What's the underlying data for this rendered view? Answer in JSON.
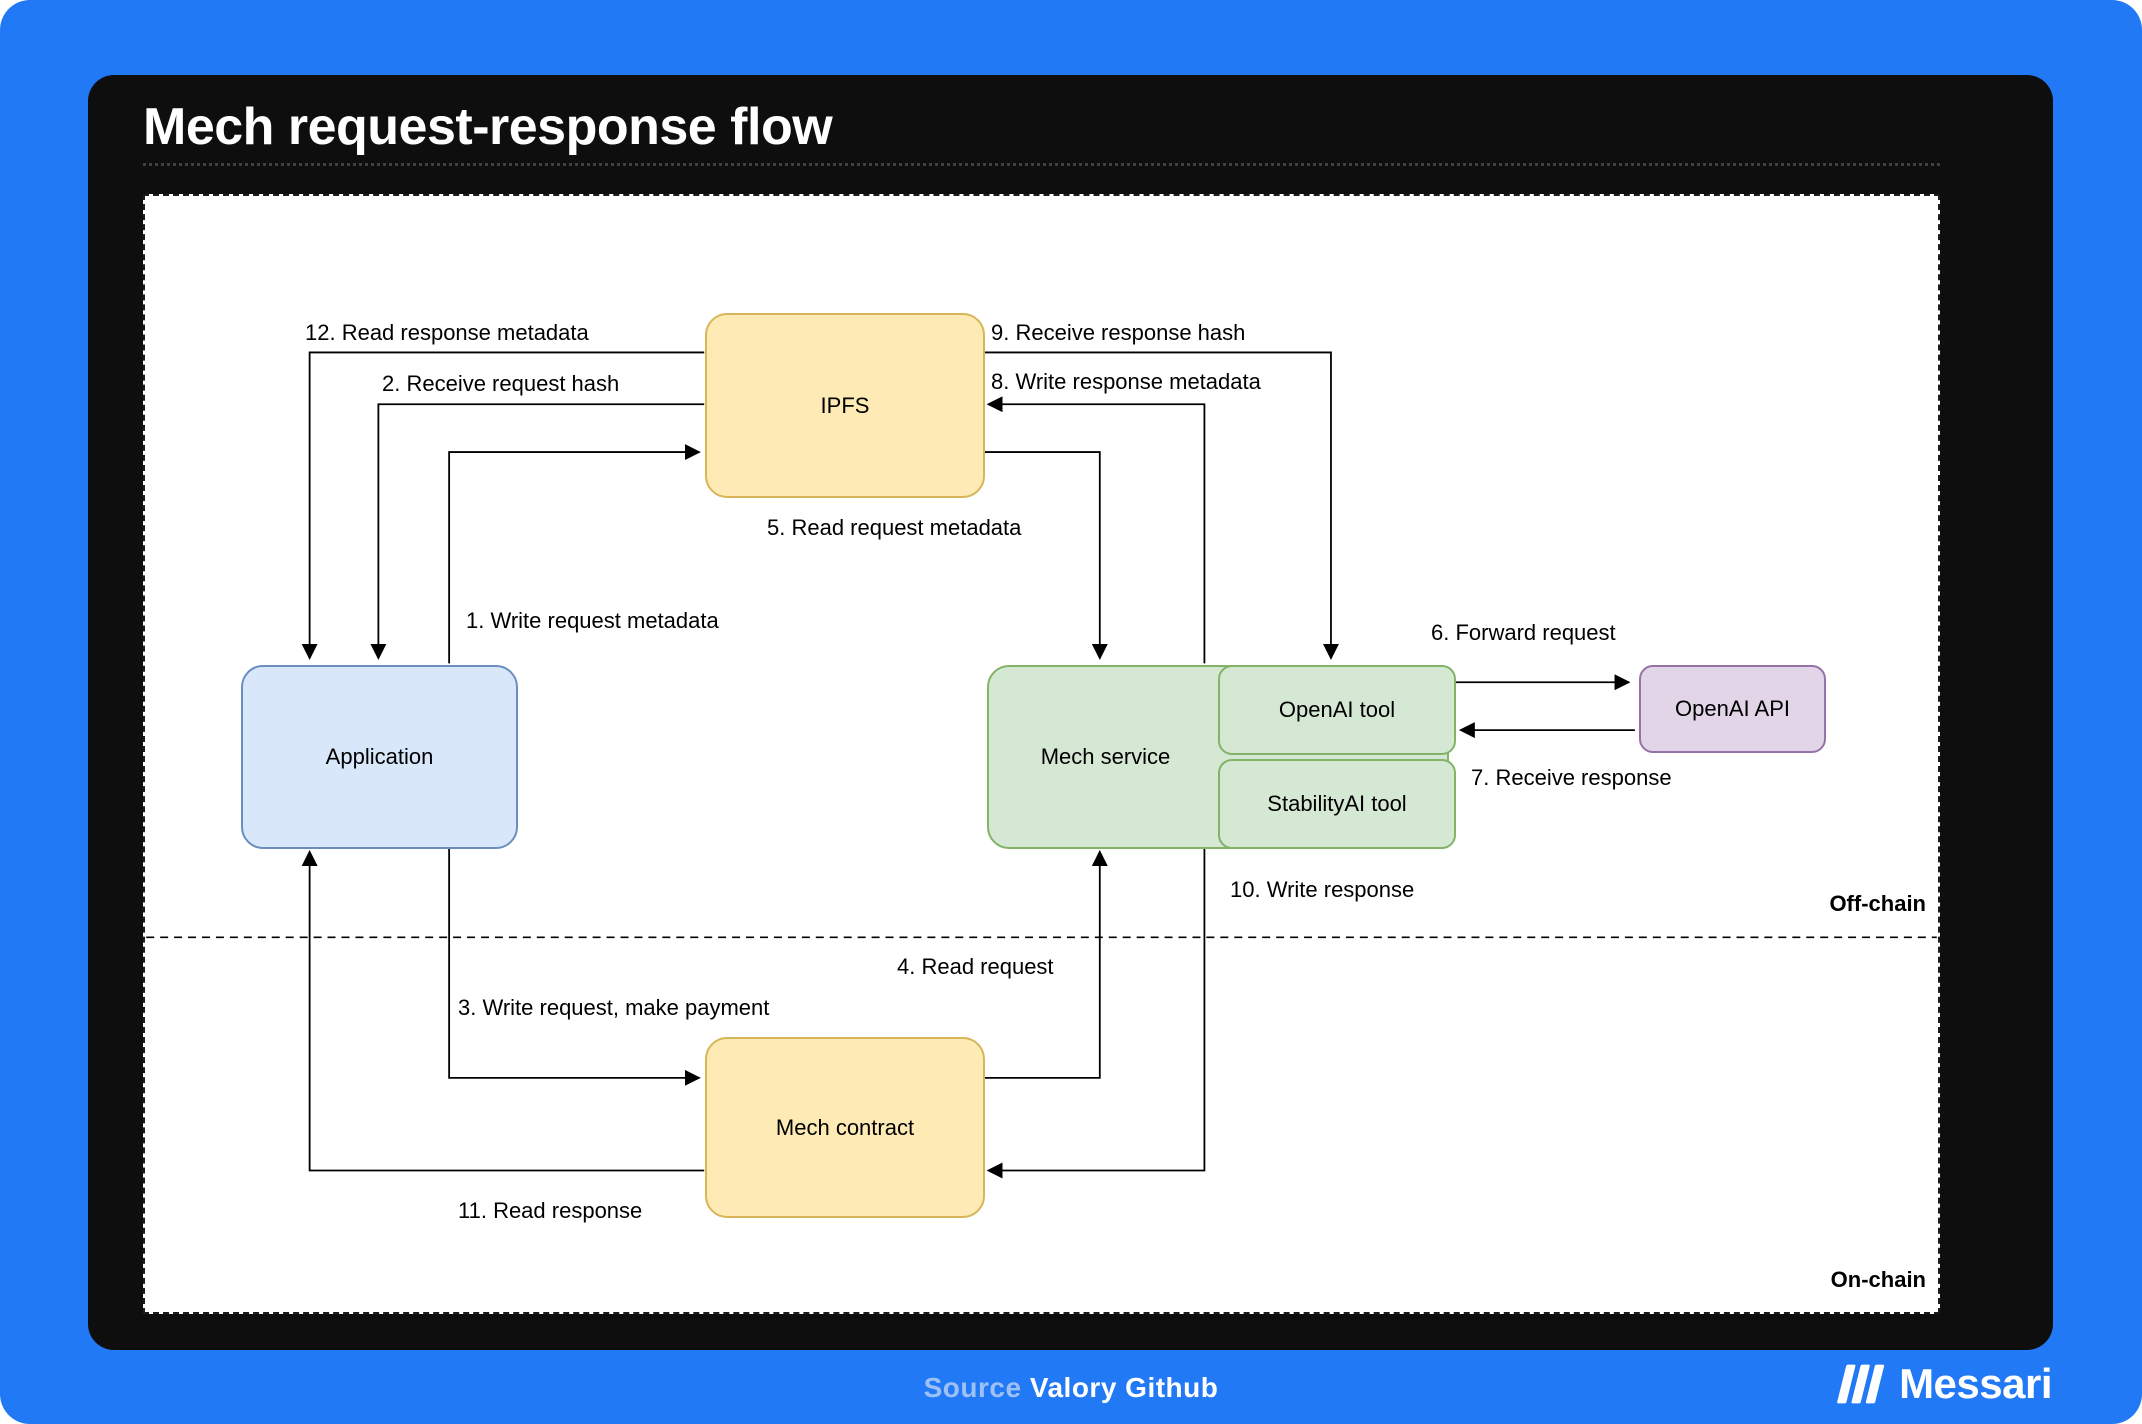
{
  "figure": {
    "title": "Mech request-response flow",
    "source_label": "Source",
    "source_name": "Valory Github",
    "brand": "Messari"
  },
  "regions": {
    "off_chain": "Off-chain",
    "on_chain": "On-chain"
  },
  "nodes": {
    "ipfs": {
      "label": "IPFS",
      "fill": "#fdeab5",
      "border": "#d6b656"
    },
    "application": {
      "label": "Application",
      "fill": "#d9e7fa",
      "border": "#6c8ebf"
    },
    "mech_service": {
      "label": "Mech service",
      "fill": "#d5e8d4",
      "border": "#82b366"
    },
    "openai_tool": {
      "label": "OpenAI tool",
      "fill": "#d5e8d4",
      "border": "#82b366"
    },
    "stabilityai_tool": {
      "label": "StabilityAI tool",
      "fill": "#d5e8d4",
      "border": "#82b366"
    },
    "openai_api": {
      "label": "OpenAI API",
      "fill": "#e1d5e7",
      "border": "#9673a6"
    },
    "mech_contract": {
      "label": "Mech contract",
      "fill": "#fdeab5",
      "border": "#d6b656"
    }
  },
  "edges": [
    {
      "label": "1. Write request metadata"
    },
    {
      "label": "2. Receive request hash"
    },
    {
      "label": "3. Write request, make payment"
    },
    {
      "label": "4. Read request"
    },
    {
      "label": "5. Read request metadata"
    },
    {
      "label": "6. Forward request"
    },
    {
      "label": "7. Receive response"
    },
    {
      "label": "8. Write response metadata"
    },
    {
      "label": "9. Receive response hash"
    },
    {
      "label": "10. Write response"
    },
    {
      "label": "11. Read response"
    },
    {
      "label": "12. Read response metadata"
    }
  ],
  "colors": {
    "background": "#2279f6",
    "panel": "#0e0e0e",
    "canvas": "#ffffff",
    "arrow": "#000000",
    "source_label": "#9dc1f4"
  }
}
